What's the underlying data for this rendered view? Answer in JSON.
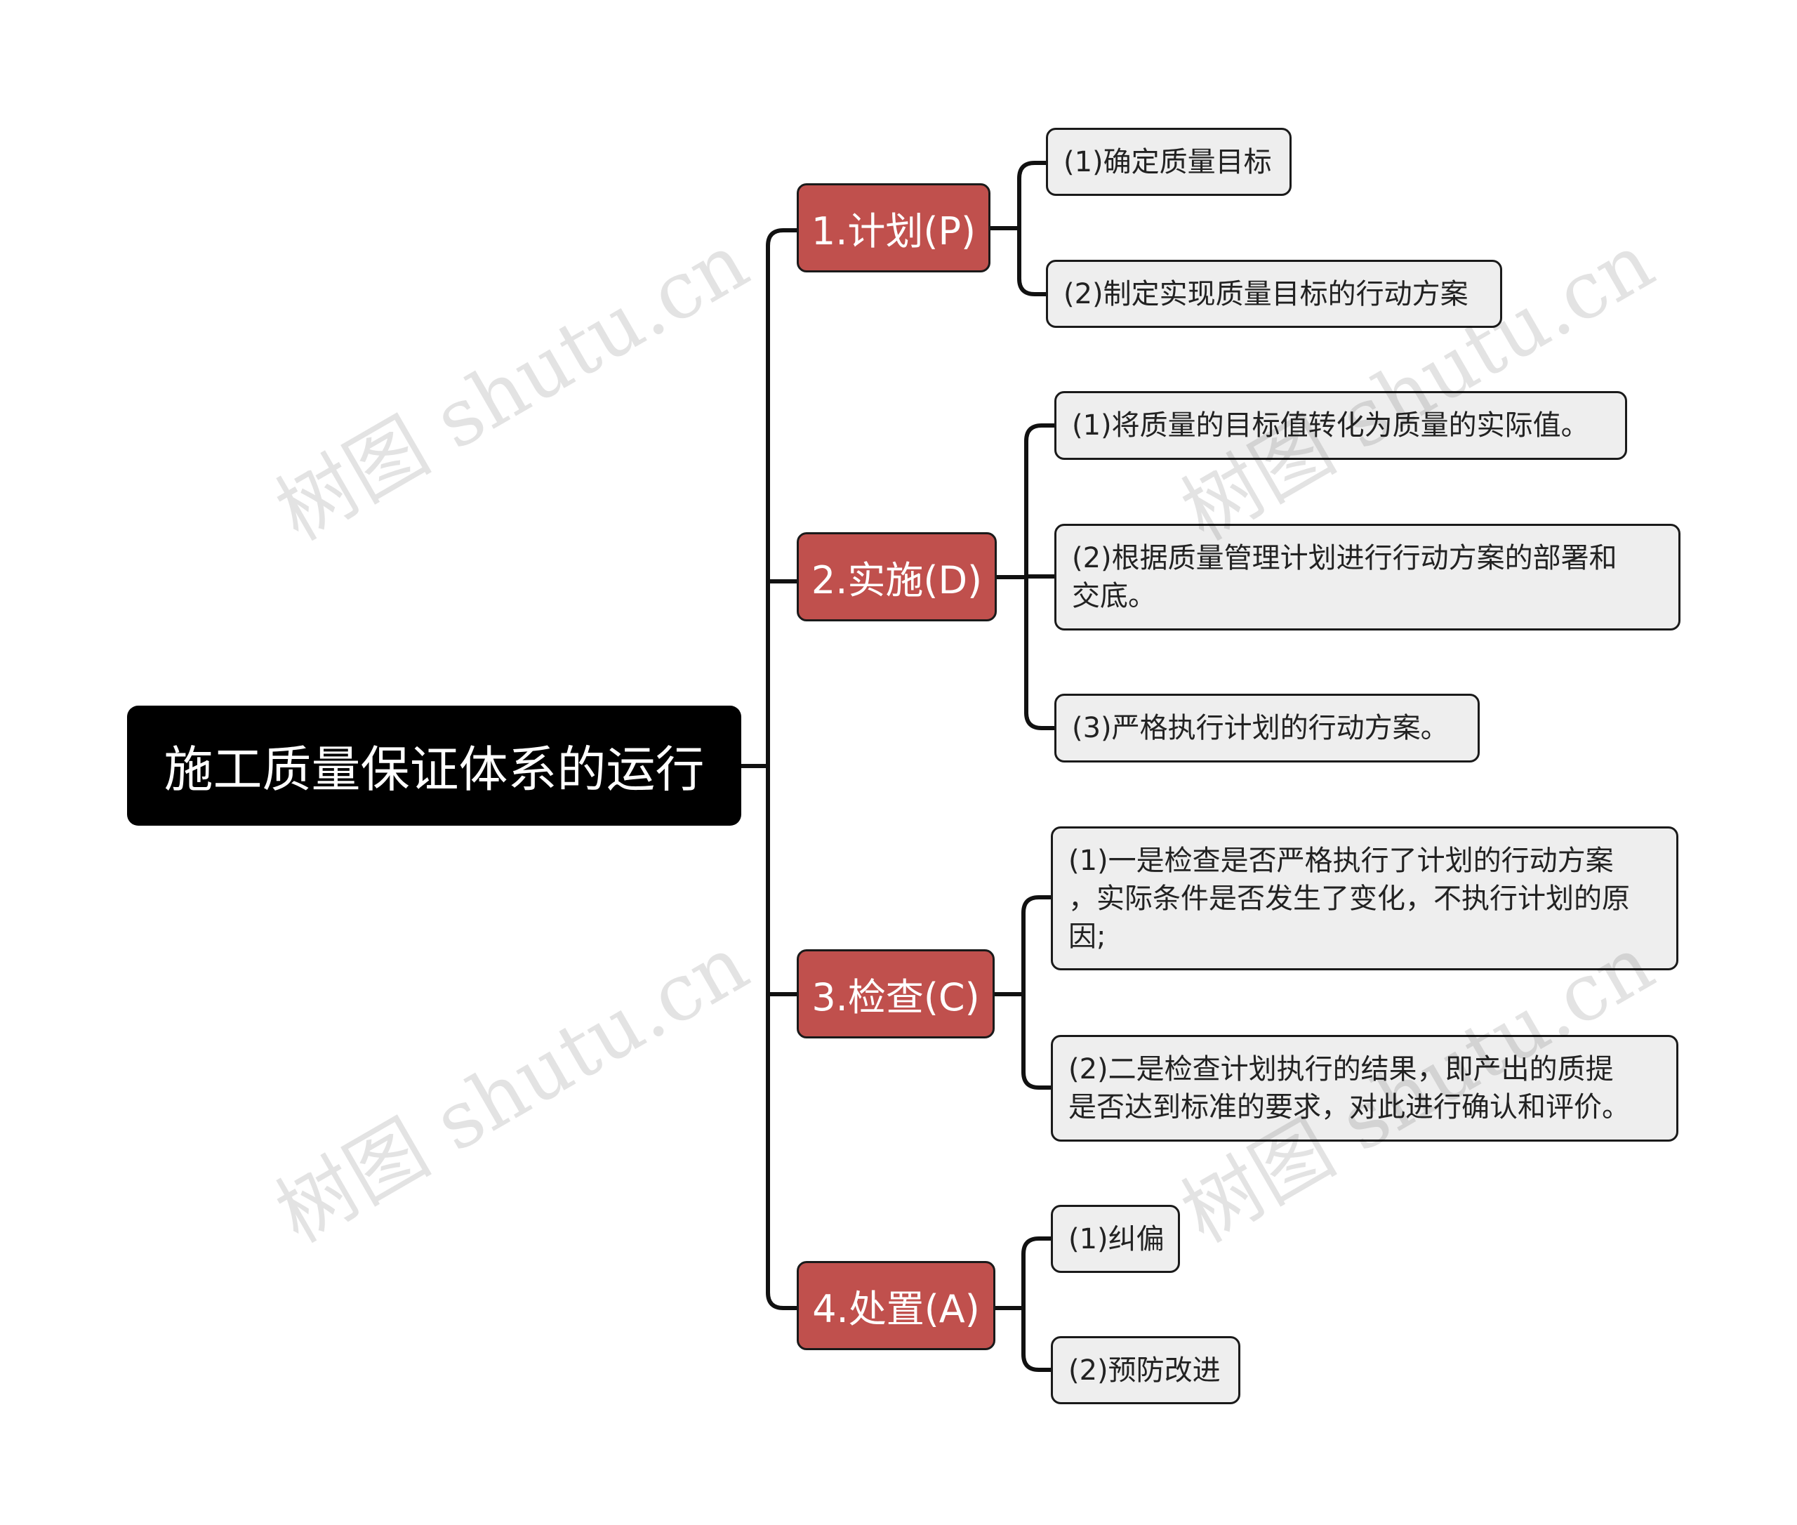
{
  "root": {
    "label": "施工质量保证体系的运行"
  },
  "branches": [
    {
      "label": "1.计划(P)",
      "children": [
        {
          "label": "(1)确定质量目标"
        },
        {
          "label": "(2)制定实现质量目标的行动方案"
        }
      ]
    },
    {
      "label": "2.实施(D)",
      "children": [
        {
          "label": "(1)将质量的目标值转化为质量的实际值。"
        },
        {
          "lines": [
            "(2)根据质量管理计划进行行动方案的部署和",
            "交底。"
          ]
        },
        {
          "label": "(3)严格执行计划的行动方案。"
        }
      ]
    },
    {
      "label": "3.检查(C)",
      "children": [
        {
          "lines": [
            "(1)一是检查是否严格执行了计划的行动方案",
            "，实际条件是否发生了变化，不执行计划的原",
            "因;"
          ]
        },
        {
          "lines": [
            "(2)二是检查计划执行的结果，即产出的质提",
            "是否达到标准的要求，对此进行确认和评价。"
          ]
        }
      ]
    },
    {
      "label": "4.处置(A)",
      "children": [
        {
          "label": "(1)纠偏"
        },
        {
          "label": "(2)预防改进"
        }
      ]
    }
  ],
  "watermark": "树图 shutu.cn",
  "colors": {
    "root_bg": "#000000",
    "branch_bg": "#c0504d",
    "leaf_bg": "#eeeeee",
    "line": "#111111"
  }
}
